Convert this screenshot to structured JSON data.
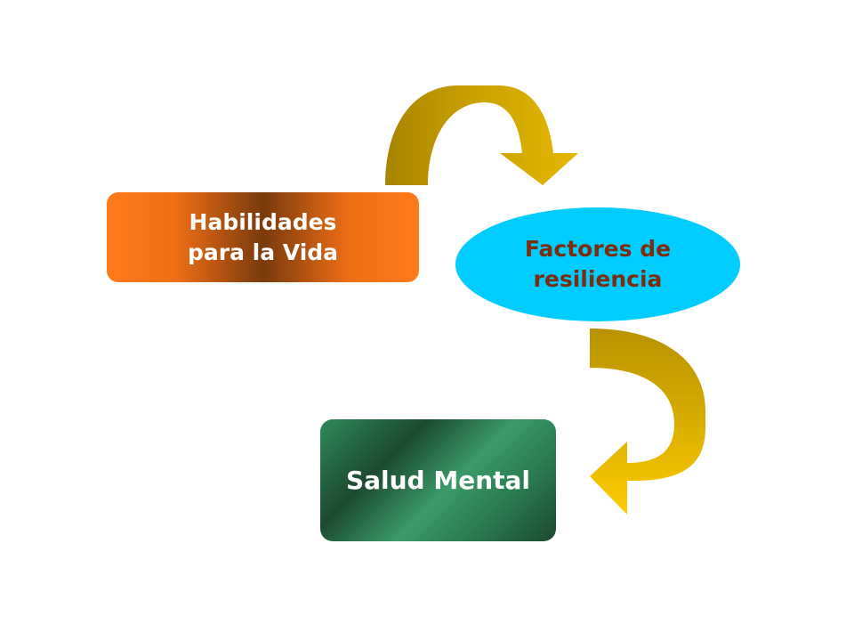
{
  "diagram": {
    "nodes": {
      "habilidades": {
        "line1": "Habilidades",
        "line2": "para la Vida",
        "color": "#ff7a1a"
      },
      "factores": {
        "line1": "Factores de",
        "line2": "resiliencia",
        "color": "#00ccff"
      },
      "salud": {
        "label": "Salud Mental",
        "color": "#2e8a5a"
      }
    },
    "arrows": [
      {
        "from": "habilidades",
        "to": "factores",
        "color": "#d4a800"
      },
      {
        "from": "factores",
        "to": "salud",
        "color": "#d4a800"
      }
    ]
  }
}
